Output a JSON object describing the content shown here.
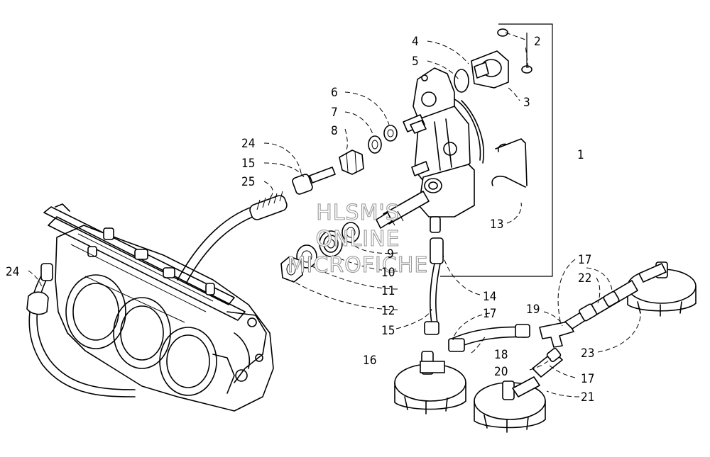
{
  "watermark": {
    "line1": "HLSM'S",
    "line2": "ONLINE",
    "line3": "MICROFICHE"
  },
  "labels": {
    "l1": "1",
    "l2": "2",
    "l3": "3",
    "l4": "4",
    "l5": "5",
    "l6": "6",
    "l7": "7",
    "l8": "8",
    "l9": "9",
    "l10": "10",
    "l11": "11",
    "l12": "12",
    "l13": "13",
    "l14": "14",
    "l15a": "15",
    "l15b": "15",
    "l16": "16",
    "l17a": "17",
    "l17b": "17",
    "l17c": "17",
    "l18": "18",
    "l19": "19",
    "l20": "20",
    "l21": "21",
    "l22": "22",
    "l23": "23",
    "l24a": "24",
    "l24b": "24",
    "l25": "25"
  }
}
